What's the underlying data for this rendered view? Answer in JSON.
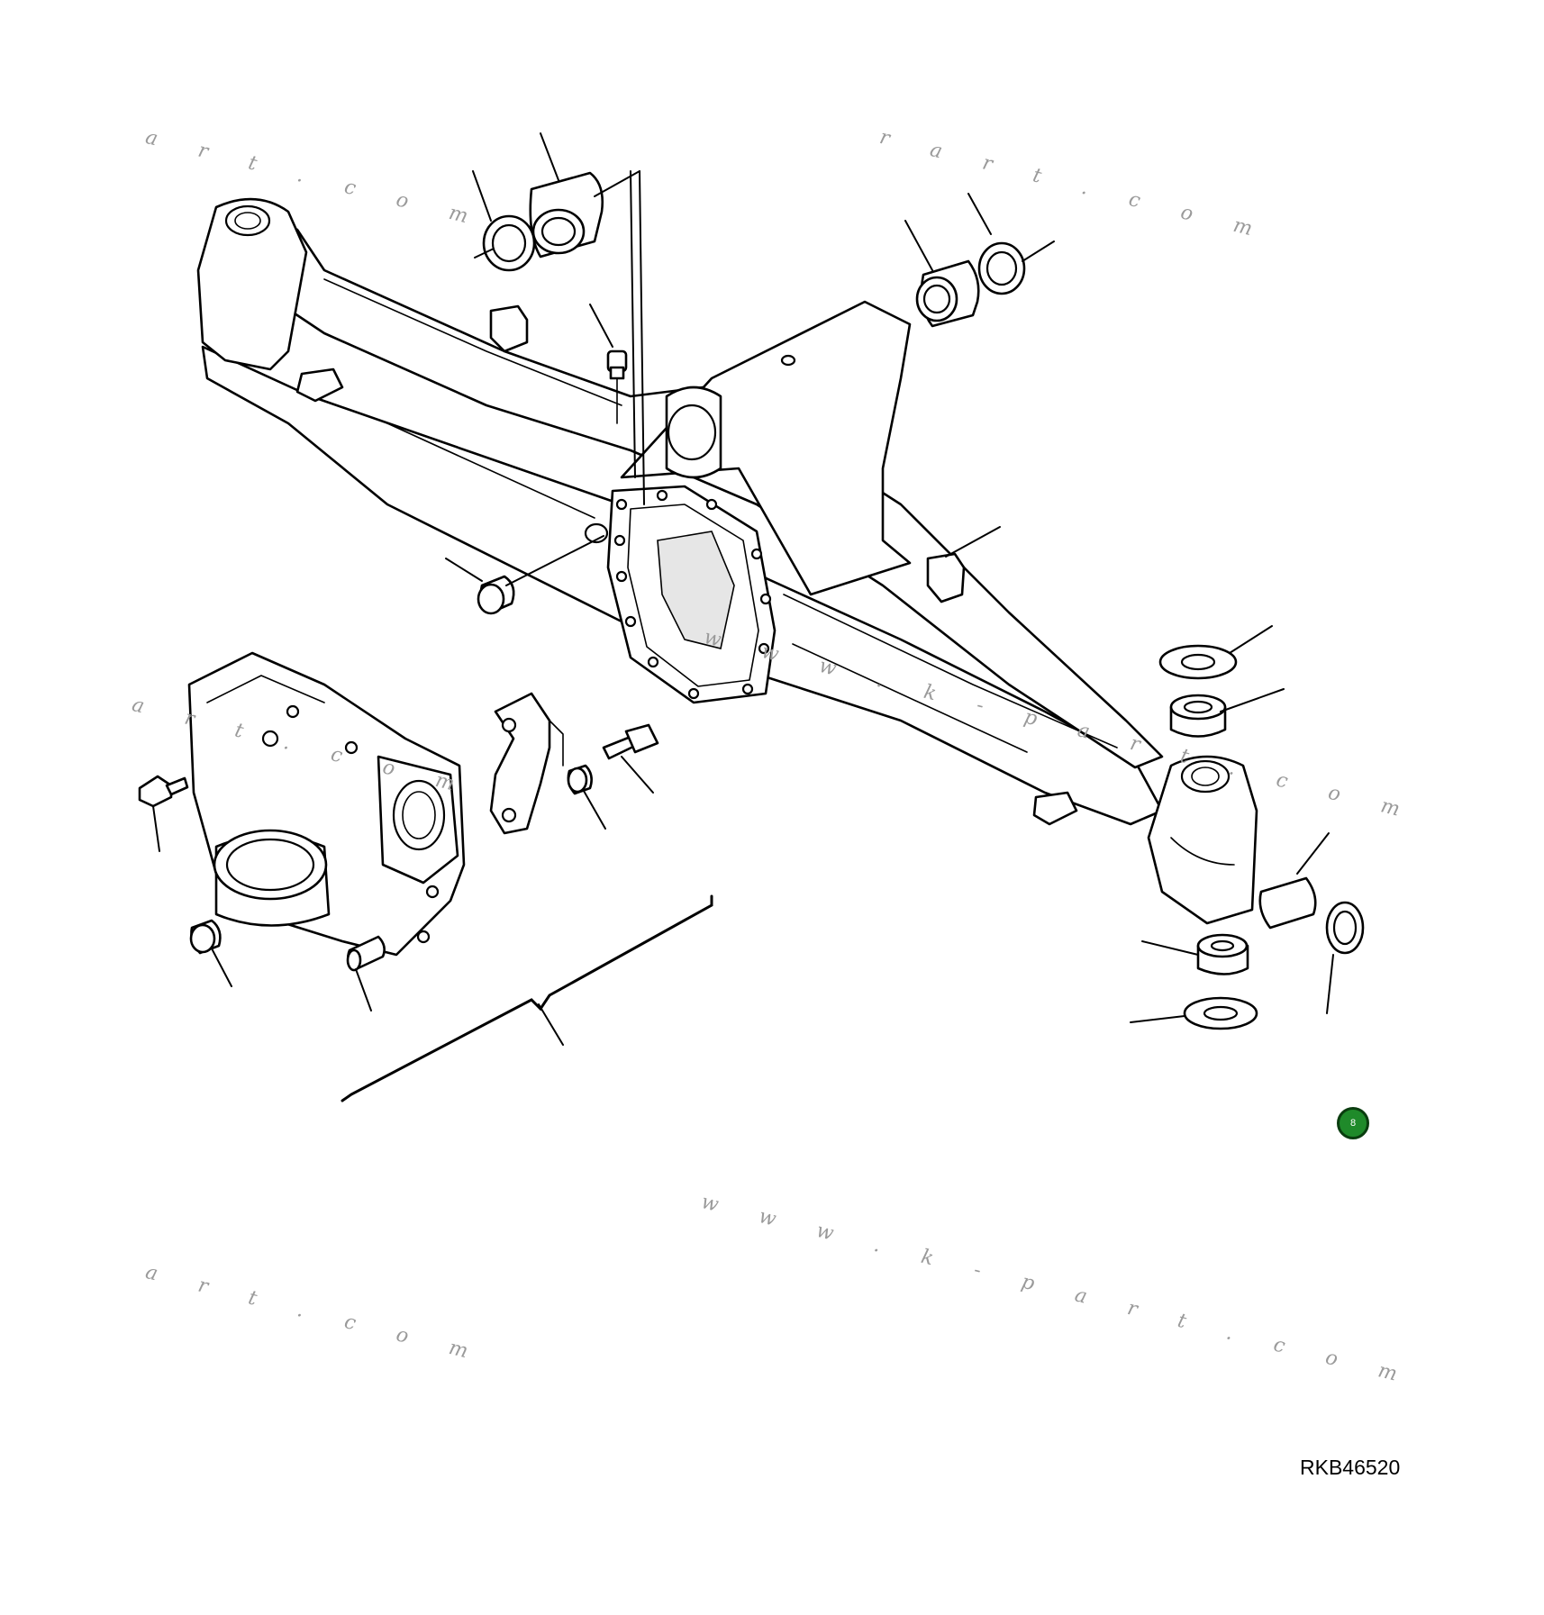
{
  "drawing": {
    "code": "RKB46520",
    "page_badge": "8"
  },
  "watermarks": [
    "a r t . c o m",
    "r a r t . c o m",
    "w w w . k - p a r t . c o m",
    "w w w . k - p a r t . c o m",
    "a r t . c o m",
    "a r t . c o m"
  ],
  "colors": {
    "line": "#000000",
    "badge": "#1f8a2a",
    "watermark": "#9a9a9a"
  }
}
